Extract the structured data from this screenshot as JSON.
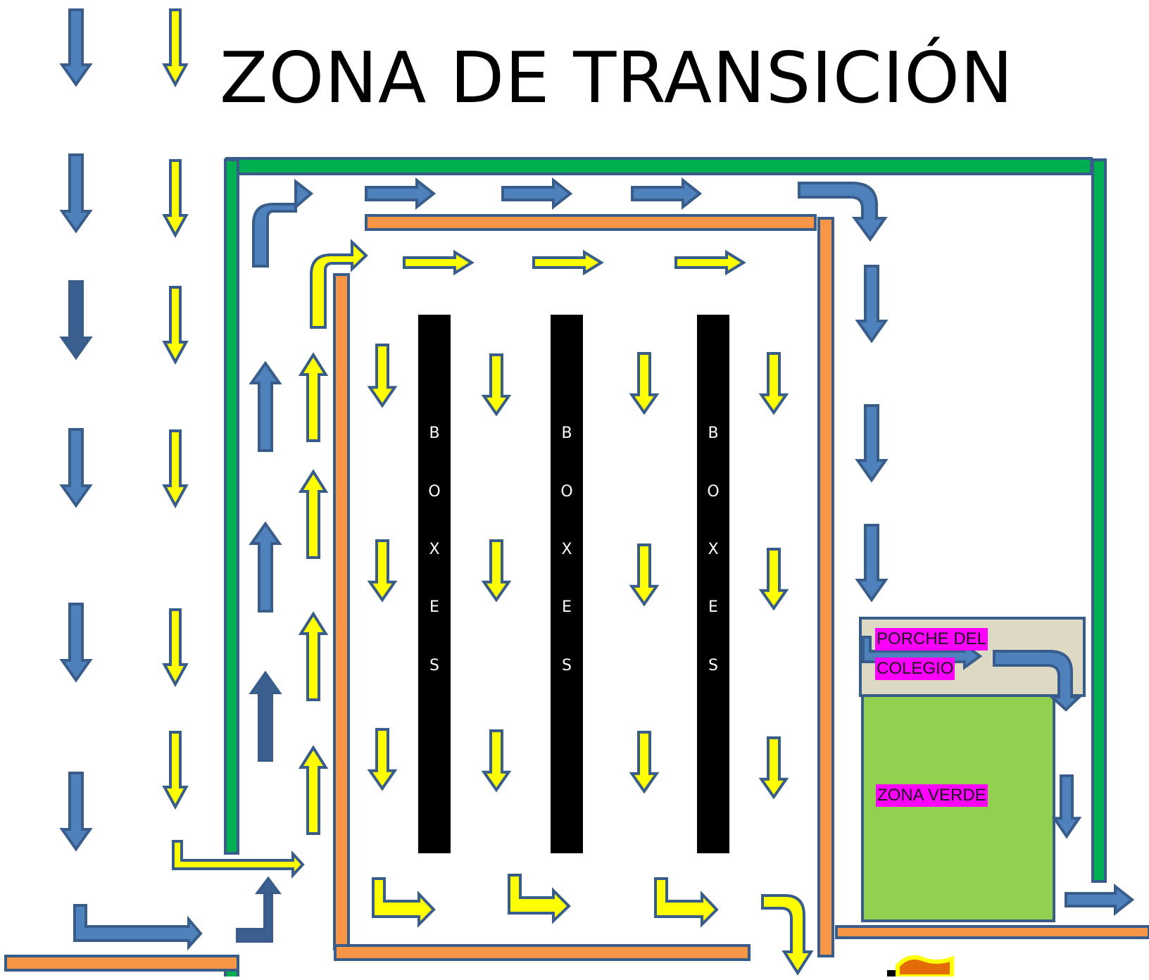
{
  "title": "ZONA DE TRANSICIÓN",
  "boxes": {
    "letters": [
      "B",
      "O",
      "X",
      "E",
      "S"
    ]
  },
  "porche": {
    "line1": "PORCHE DEL",
    "line2": "COLEGIO"
  },
  "zona_verde": {
    "label": "ZONA   VERDE"
  },
  "colors": {
    "blue_arrow": "#4f81bd",
    "blue_dark": "#3b5f8f",
    "yellow_arrow": "#ffff00",
    "arrow_outline": "#385d8a",
    "green_wall": "#00b050",
    "orange_wall": "#f79646",
    "boxes": "#000000",
    "green_zone": "#92d050",
    "porche": "#ddd9c4",
    "label_highlight": "#ff00ff"
  }
}
